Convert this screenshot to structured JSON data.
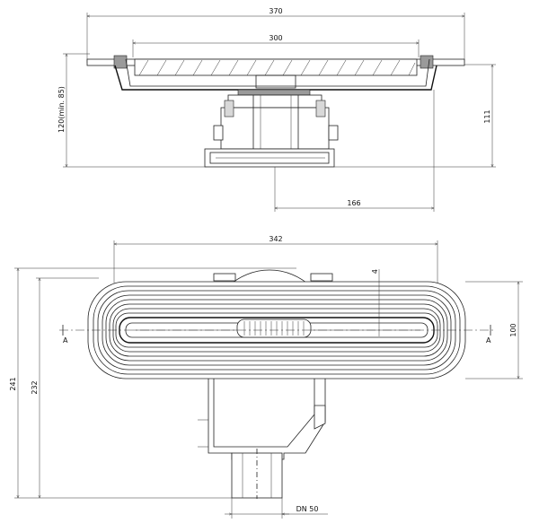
{
  "side_view": {
    "dim_overall_width": "370",
    "dim_grate_width": "300",
    "dim_depth_min": "120(min. 85)",
    "dim_height": "111",
    "dim_outlet_offset": "166"
  },
  "plan_view": {
    "dim_length": "342",
    "dim_channel_width": "100",
    "dim_total_depth": "241",
    "dim_body_depth": "232",
    "dim_slot": "4",
    "section_left": "A",
    "section_right": "A",
    "outlet_label": "DN 50"
  }
}
